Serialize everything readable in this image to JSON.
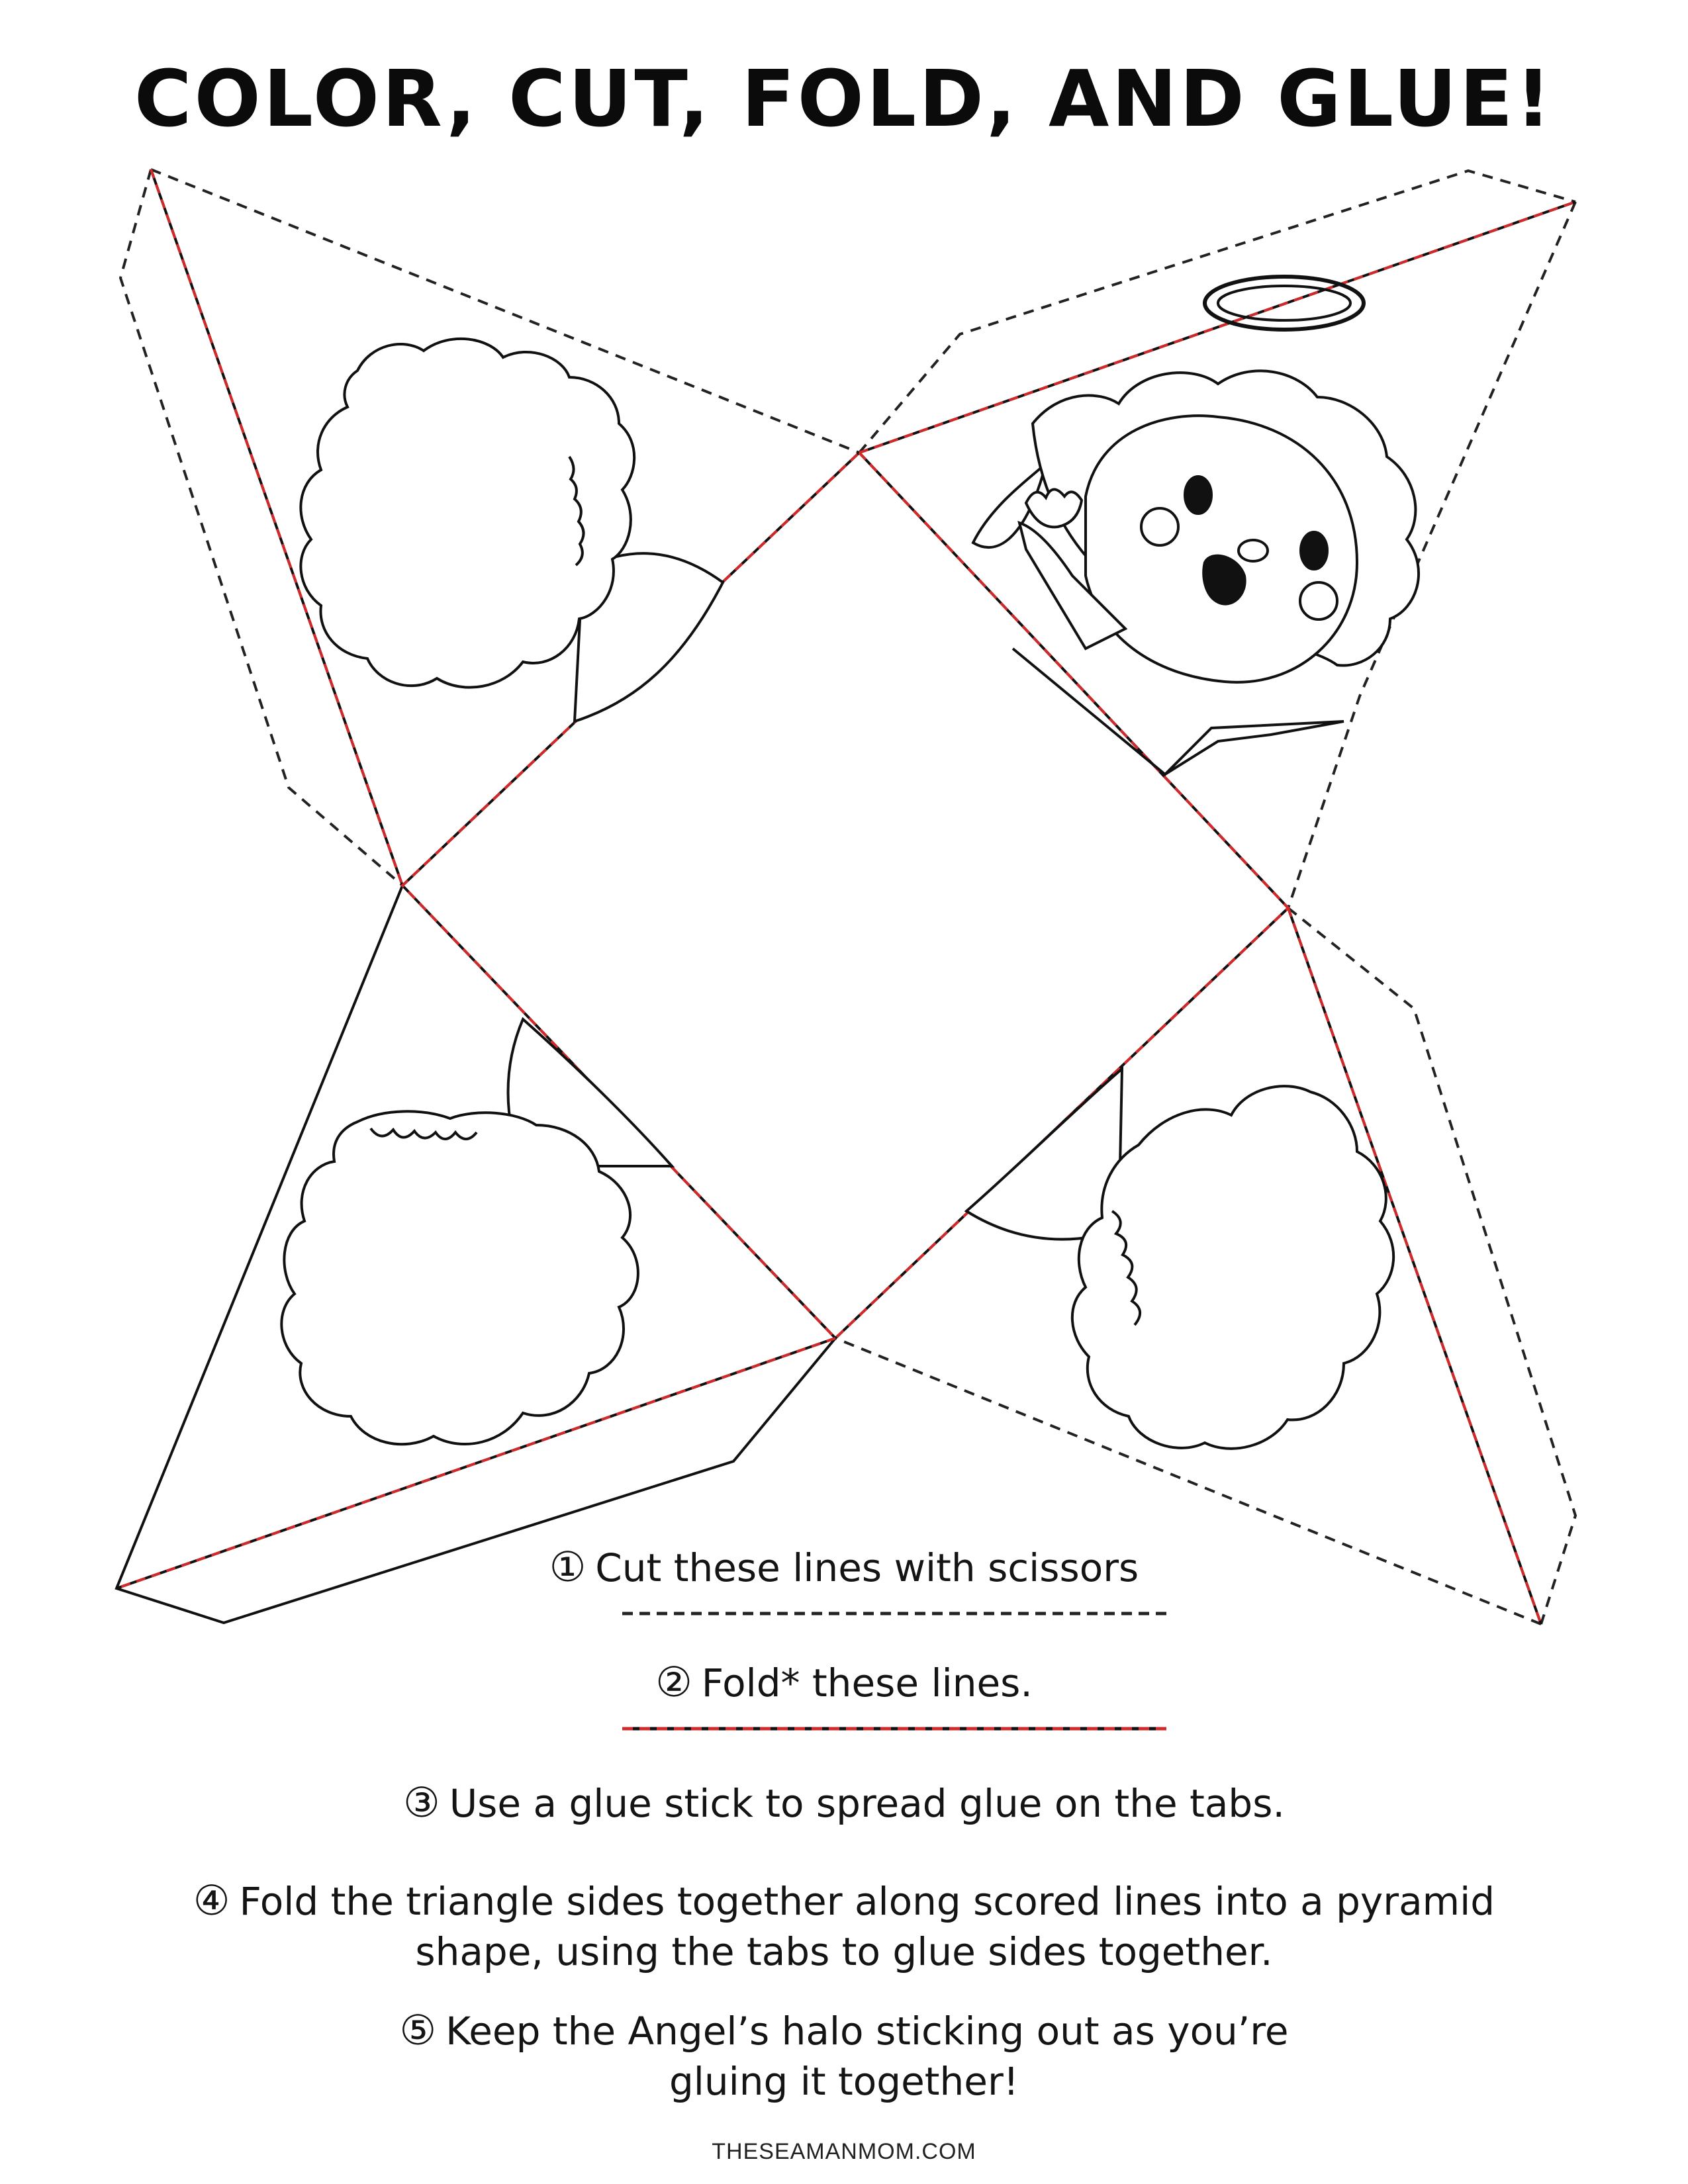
{
  "title": "COLOR, CUT, FOLD, AND GLUE!",
  "colors": {
    "cut_line": "#222222",
    "fold_line": "#d22a2a",
    "ink": "#111111"
  },
  "steps": [
    {
      "num": "①",
      "text": "Cut these lines with scissors"
    },
    {
      "num": "②",
      "text": "Fold* these lines."
    },
    {
      "num": "③",
      "text": "Use a glue stick to spread glue on the tabs."
    },
    {
      "num": "④",
      "text": "Fold the triangle sides together along scored lines into a pyramid",
      "text2": "shape, using the tabs to glue sides together."
    },
    {
      "num": "⑤",
      "text": "Keep the Angel’s halo sticking out as you’re",
      "text2": "gluing it together!"
    }
  ],
  "footer": "THESEAMANMOM.COM"
}
